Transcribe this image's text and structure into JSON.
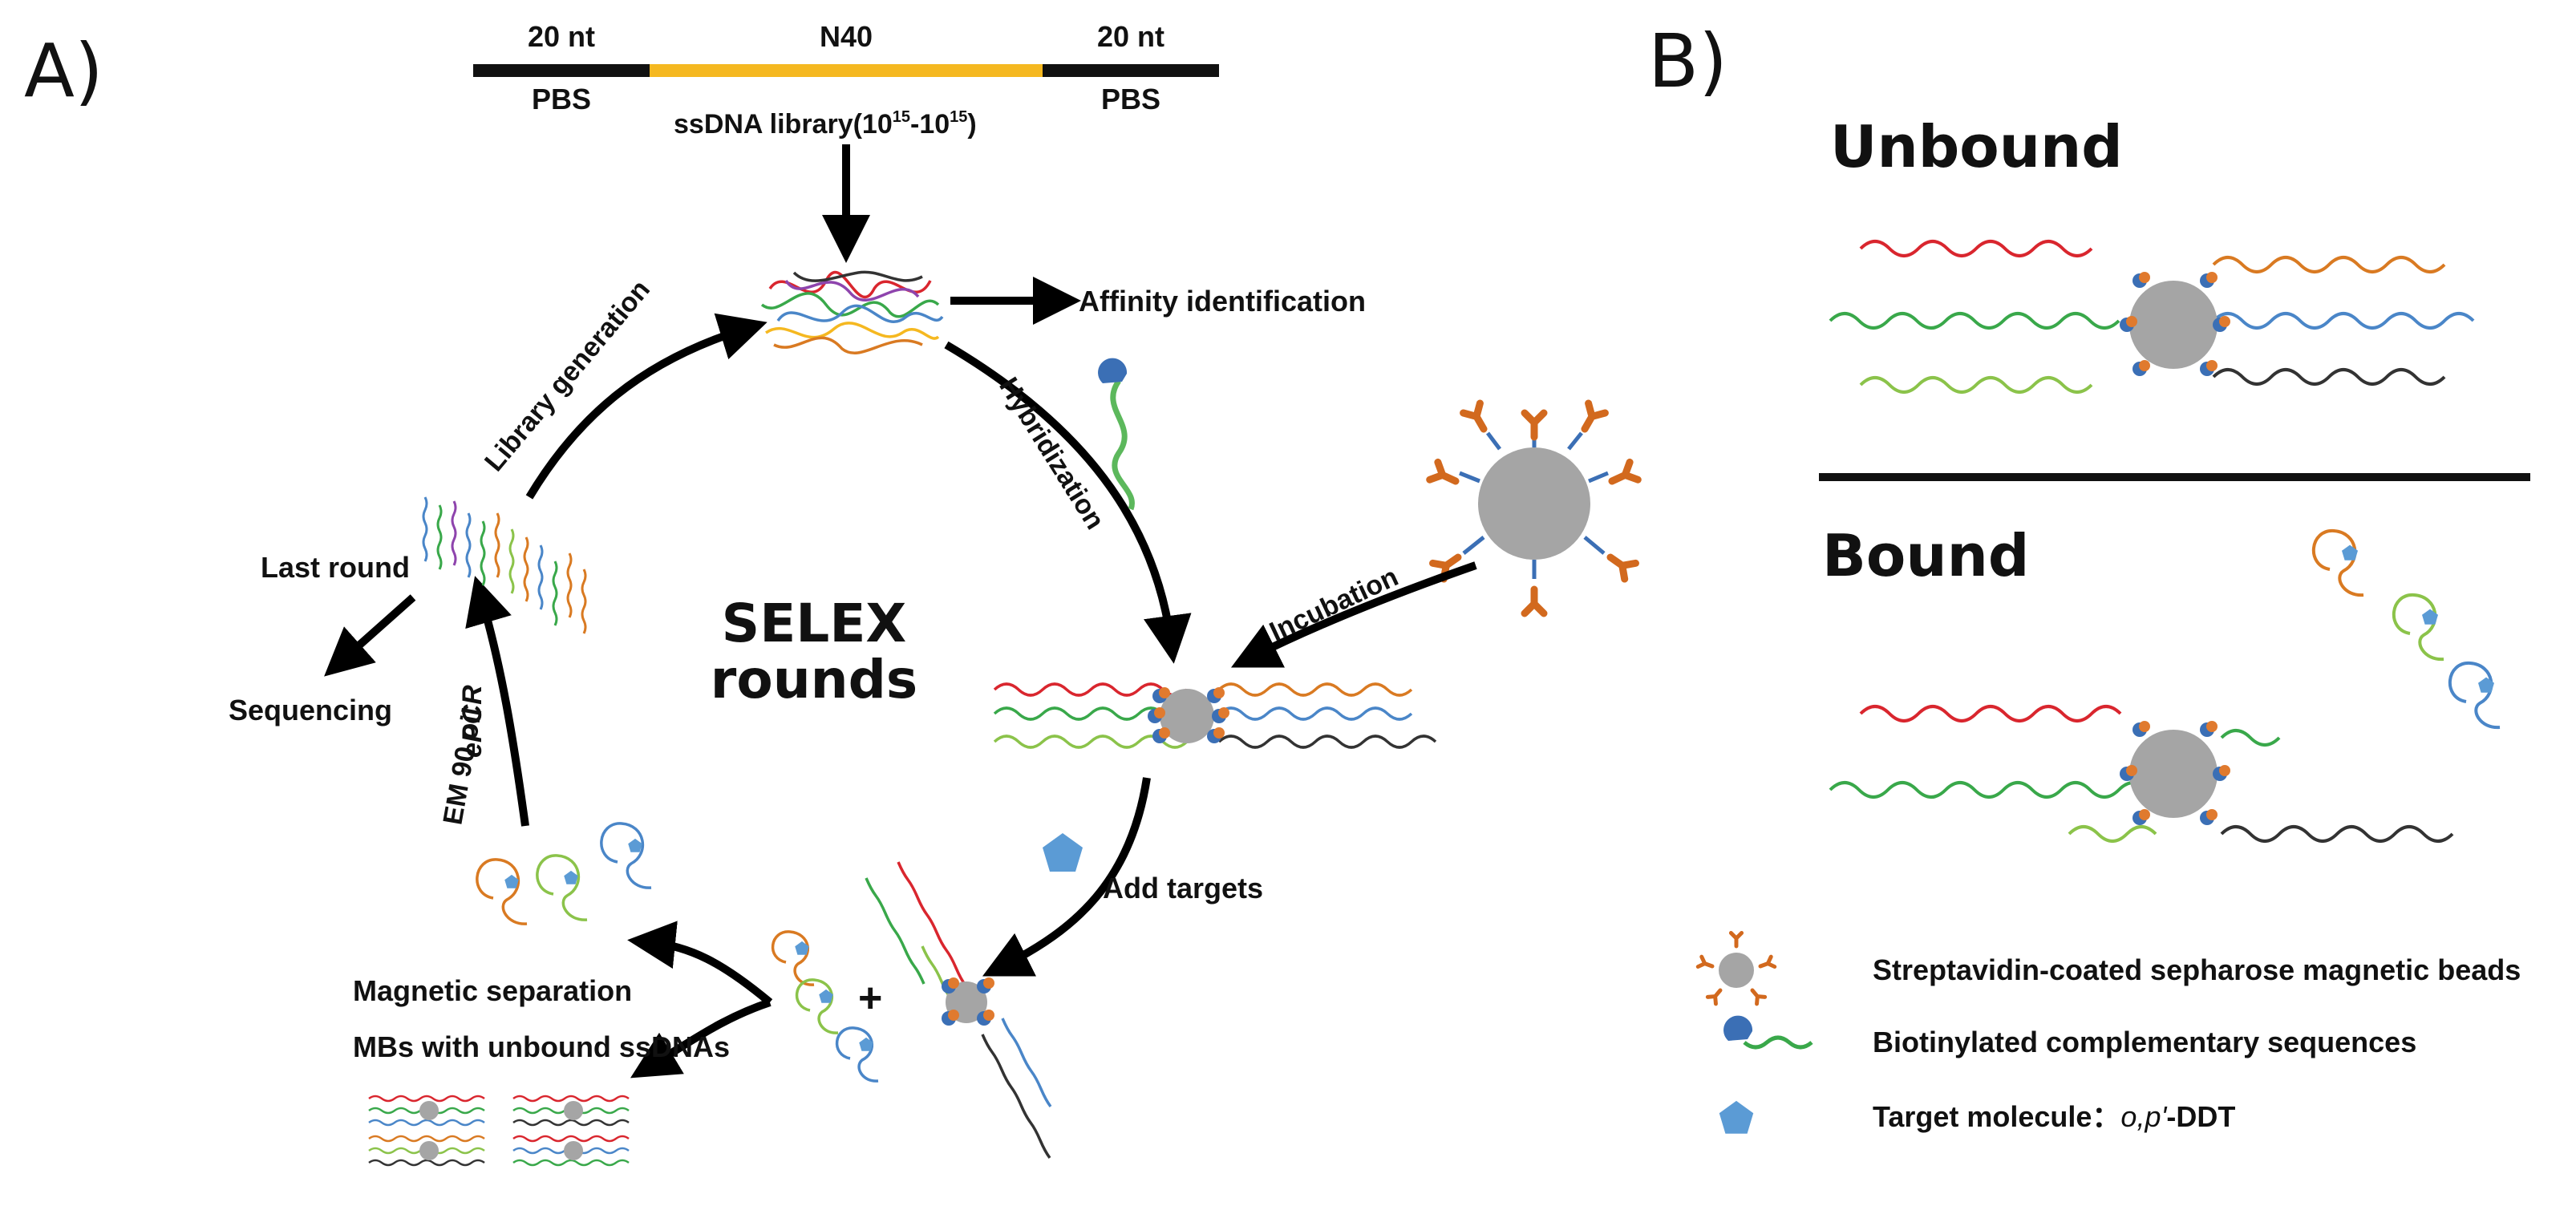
{
  "panel_a": {
    "label": "A)",
    "library": {
      "left_length": "20 nt",
      "middle_label": "N40",
      "right_length": "20 nt",
      "left_primer": "PBS",
      "right_primer": "PBS",
      "caption_prefix": "ssDNA library",
      "caption_exp": "(10",
      "caption_sup1": "15",
      "caption_mid": "-10",
      "caption_sup2": "15",
      "caption_close": ")"
    },
    "steps": {
      "affinity": "Affinity identification",
      "hybridization": "Hybridization",
      "incubation": "Incubation",
      "add_targets": "Add targets",
      "magnetic_separation": "Magnetic separation",
      "mbs_unbound": "MBs with unbound ssDNAs",
      "em90": "EM 90 oil",
      "epcr": "ePCR",
      "library_generation": "Library generation",
      "last_round": "Last round",
      "sequencing": "Sequencing",
      "plus": "+"
    },
    "center_title_line1": "SELEX",
    "center_title_line2": "rounds"
  },
  "panel_b": {
    "label": "B)",
    "unbound": "Unbound",
    "bound": "Bound",
    "legend": {
      "beads": "Streptavidin-coated sepharose magnetic beads",
      "biotinylated": "Biotinylated complementary sequences",
      "target_prefix": "Target molecule：",
      "target_italic": "o,p'",
      "target_suffix": "-DDT"
    }
  },
  "colors": {
    "n40_bar": "#f5b820",
    "bead": "#a5a5a5",
    "biotin_blue": "#3b6fb5",
    "antibody_orange": "#d2691e",
    "target_blue": "#5b9bd5",
    "strand_red": "#d9262e",
    "strand_orange": "#d97a22",
    "strand_green": "#39a84a",
    "strand_lightgreen": "#8bc34a",
    "strand_blue": "#4a86c8",
    "strand_black": "#333333"
  },
  "icons": [
    "bead-icon",
    "biotin-strand-icon",
    "target-pentagon-icon",
    "antibody-bead-icon"
  ]
}
